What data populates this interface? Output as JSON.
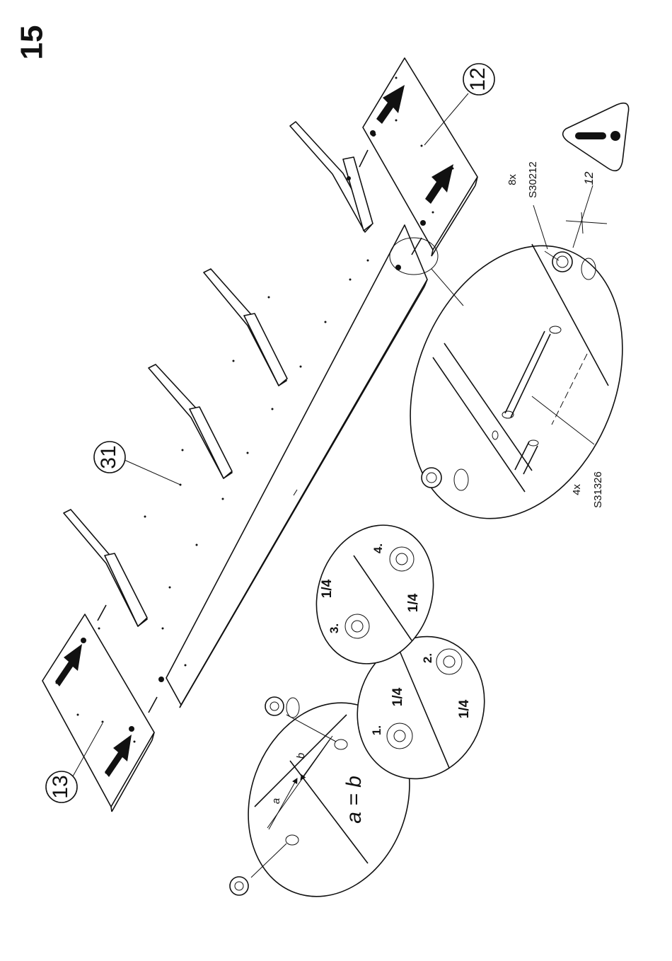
{
  "step": {
    "number": "15"
  },
  "parts": {
    "left_panel_label": "13",
    "right_panel_label": "12",
    "base_panel_label": "31"
  },
  "hardware": {
    "dowel": {
      "quantity": "4x",
      "code": "S31326"
    },
    "cam": {
      "quantity": "8x",
      "code": "S30212"
    },
    "depth_label": "12"
  },
  "cam_instructions": {
    "rule": "a = b",
    "a_label": "a",
    "b_label": "b",
    "steps": [
      {
        "number": "1.",
        "turn": "1/4"
      },
      {
        "number": "2.",
        "turn": "1/4"
      },
      {
        "number": "3.",
        "turn": "1/4"
      },
      {
        "number": "4.",
        "turn": "1/4"
      }
    ]
  },
  "warning": {
    "icon": "warning-triangle-icon"
  }
}
